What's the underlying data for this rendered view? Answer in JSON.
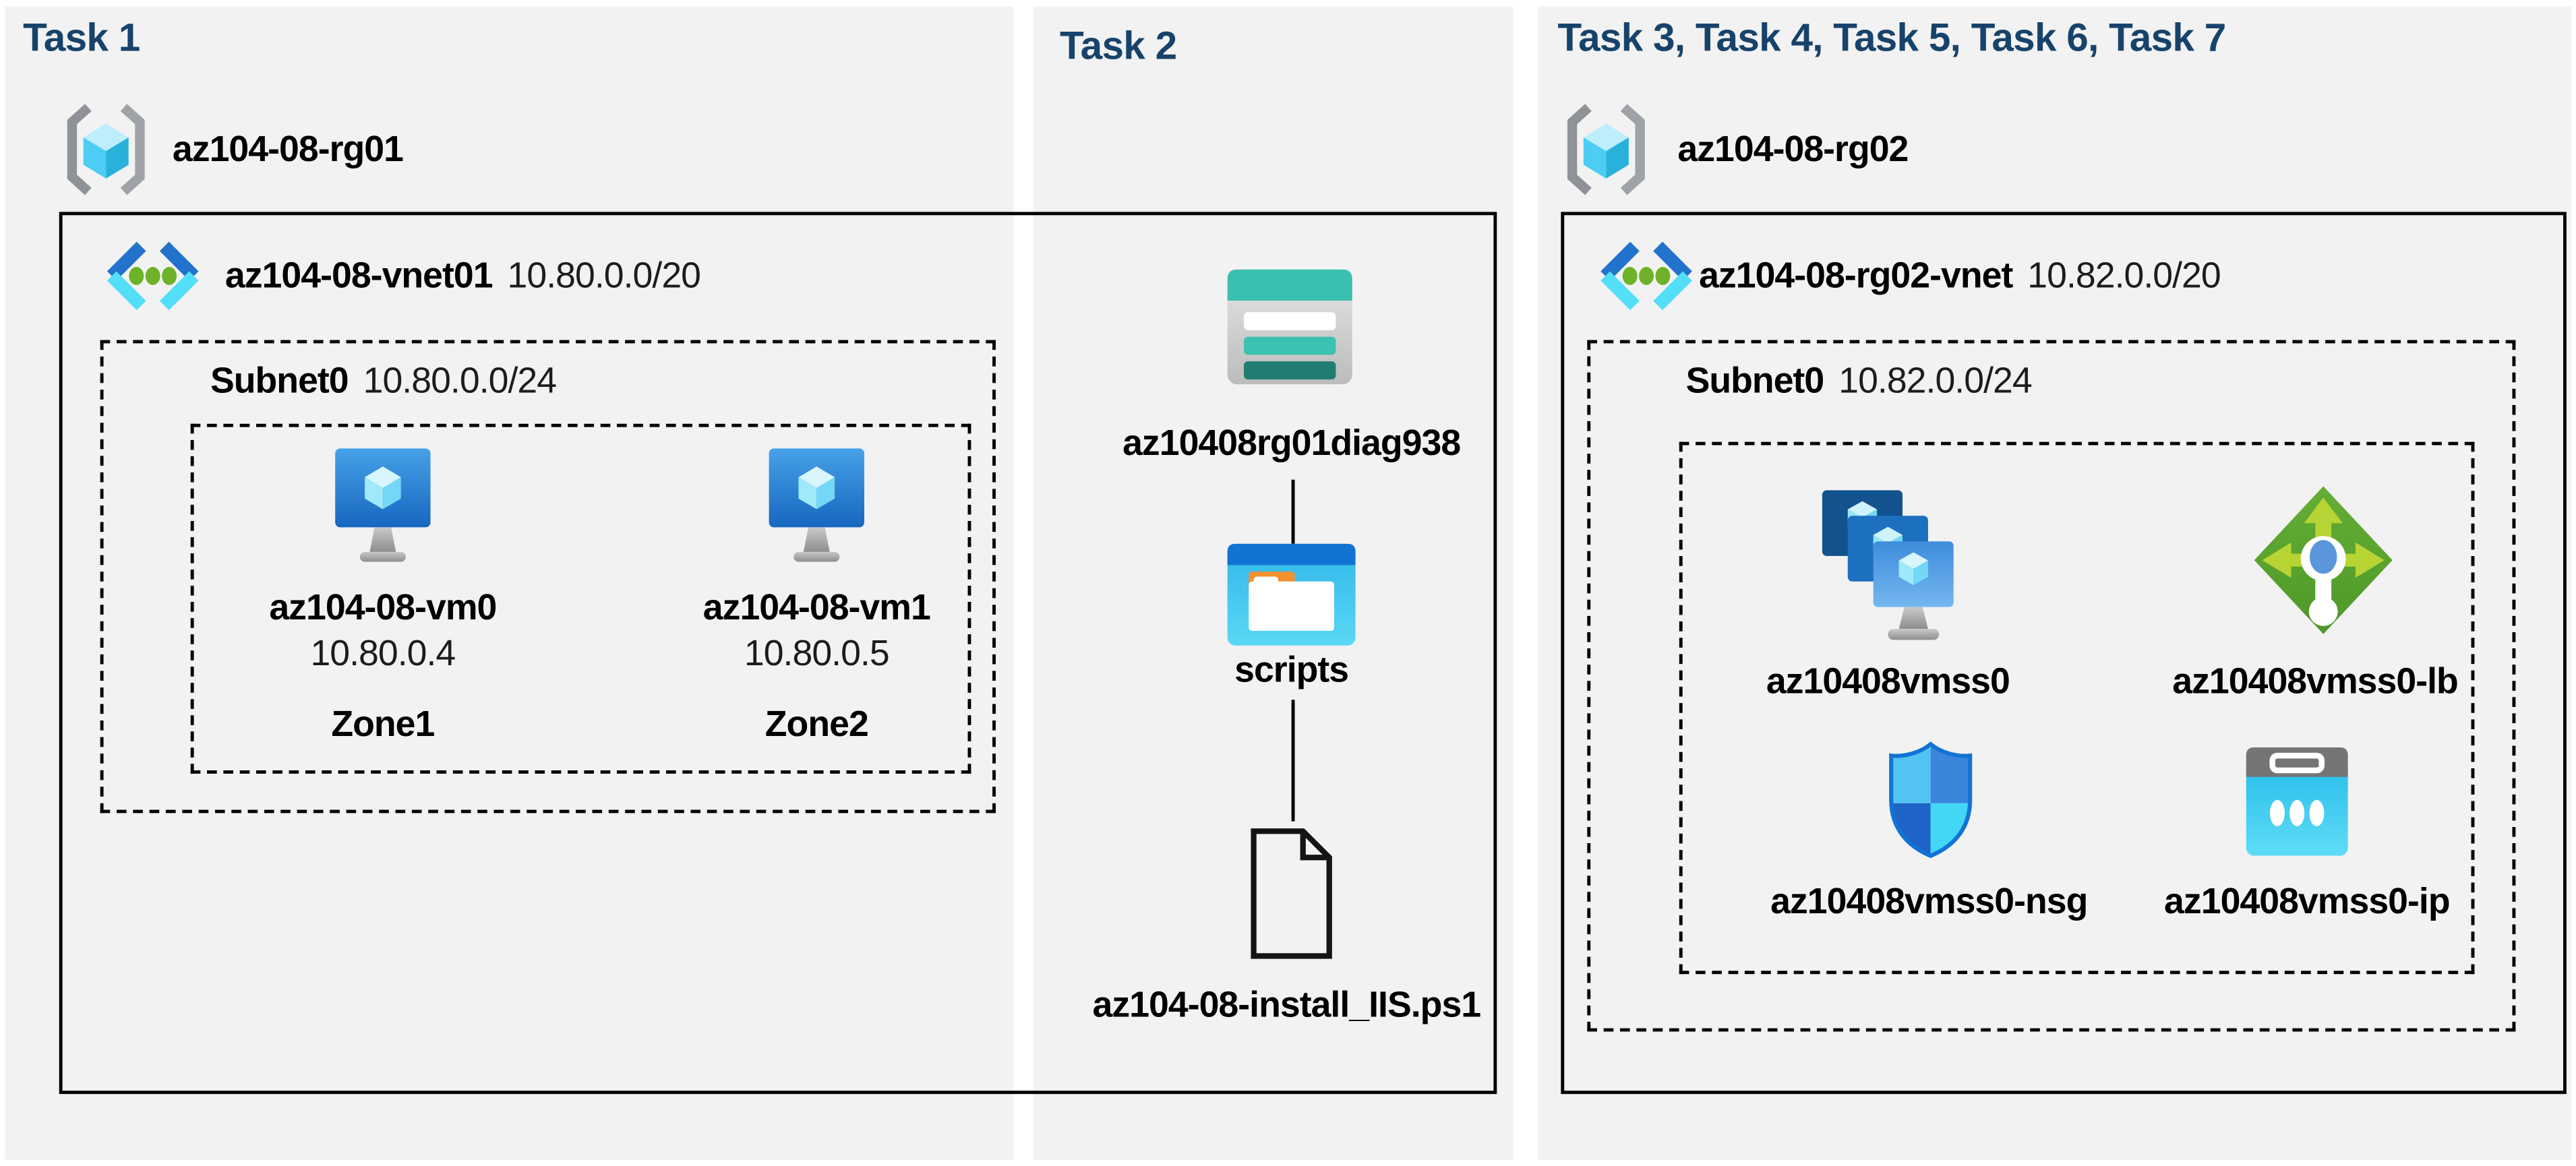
{
  "theme": {
    "background": "#ffffff",
    "panel_bg": "#f2f2f2",
    "title_color": "#17436b",
    "label_color": "#000000",
    "connector_color": "#000000",
    "storage_teal": "#3bbfae",
    "azure_blue": "#1173d2",
    "lb_green": "#5aa32f"
  },
  "task1": {
    "title": "Task 1",
    "resource_group": "az104-08-rg01",
    "vnet_name": "az104-08-vnet01",
    "vnet_cidr": "10.80.0.0/20",
    "subnet_name": "Subnet0",
    "subnet_cidr": "10.80.0.0/24",
    "vm0_name": "az104-08-vm0",
    "vm0_ip": "10.80.0.4",
    "vm0_zone": "Zone1",
    "vm1_name": "az104-08-vm1",
    "vm1_ip": "10.80.0.5",
    "vm1_zone": "Zone2"
  },
  "task2": {
    "title": "Task 2",
    "storage_account": "az10408rg01diag938",
    "container": "scripts",
    "script_file": "az104-08-install_IIS.ps1"
  },
  "task3": {
    "title": "Task 3, Task 4, Task 5, Task 6, Task 7",
    "resource_group": "az104-08-rg02",
    "vnet_name": "az104-08-rg02-vnet",
    "vnet_cidr": "10.82.0.0/20",
    "subnet_name": "Subnet0",
    "subnet_cidr": "10.82.0.0/24",
    "vmss": "az10408vmss0",
    "load_balancer": "az10408vmss0-lb",
    "nsg": "az10408vmss0-nsg",
    "public_ip": "az10408vmss0-ip"
  },
  "icons": {
    "resource_group": "resource-group-icon",
    "virtual_network": "virtual-network-icon",
    "virtual_machine": "virtual-machine-icon",
    "vm_scale_set": "vm-scale-set-icon",
    "load_balancer": "load-balancer-icon",
    "network_security_group": "network-security-group-icon",
    "public_ip": "public-ip-icon",
    "storage_account": "storage-account-icon",
    "blob_container": "blob-container-icon",
    "script_file": "file-icon"
  }
}
